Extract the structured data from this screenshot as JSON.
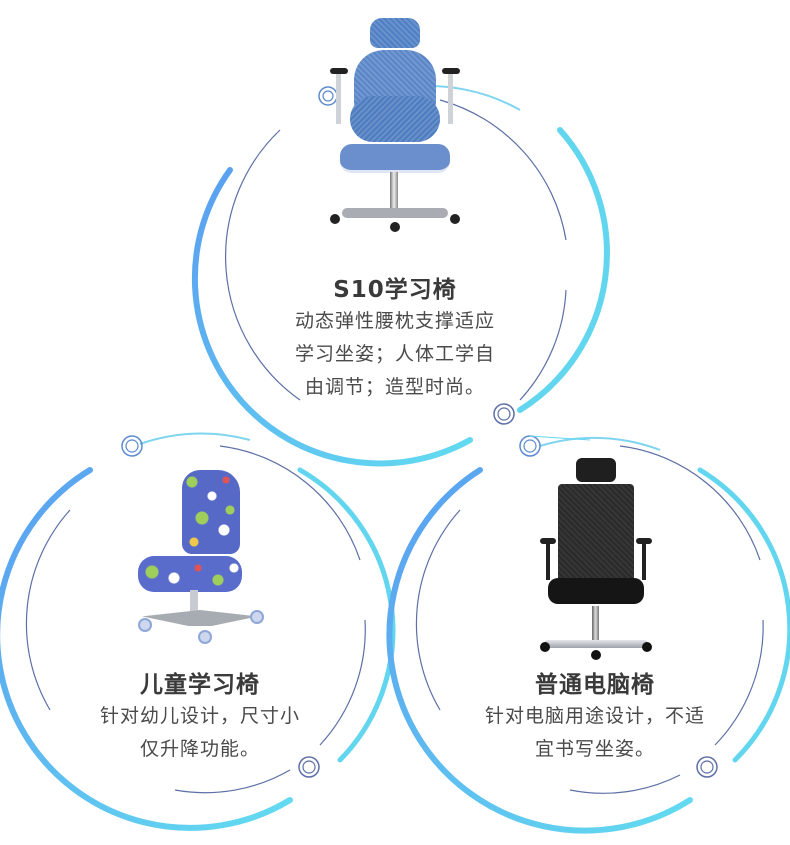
{
  "colors": {
    "ring_blue": "#5aa4ec",
    "ring_cyan": "#63d6ef",
    "ring_thin": "#5d6fa6",
    "title_text": "#3a3a3a",
    "body_text": "#4a4a4a"
  },
  "cards": [
    {
      "id": "s10",
      "image": "blue-mesh-ergonomic-chair",
      "title": "S10学习椅",
      "desc_lines": [
        "动态弹性腰枕支撑适应",
        "学习坐姿；人体工学自",
        "由调节；造型时尚。"
      ]
    },
    {
      "id": "kids",
      "image": "kids-patterned-study-chair",
      "title": "儿童学习椅",
      "desc_lines": [
        "针对幼儿设计，尺寸小",
        "仅升降功能。"
      ]
    },
    {
      "id": "office",
      "image": "black-office-computer-chair",
      "title": "普通电脑椅",
      "desc_lines": [
        "针对电脑用途设计，不适",
        "宜书写坐姿。"
      ]
    }
  ]
}
